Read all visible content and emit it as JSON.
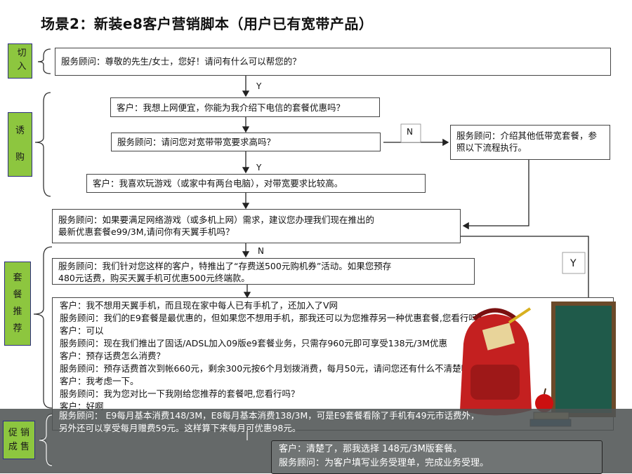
{
  "title": "场景2：新装e8客户营销脚本（用户已有宽带产品）",
  "stages": {
    "cut_in": "切入",
    "induce": [
      "诱",
      "购"
    ],
    "recommend": [
      "套",
      "餐",
      "推",
      "荐"
    ],
    "promote": [
      "促 销",
      "成 售"
    ]
  },
  "boxes": {
    "greeting": "服务顾问：尊敬的先生/女士，您好！请问有什么可以帮您的？",
    "cheap_request": "客户：我想上网便宜，你能为我介绍下电信的套餐优惠吗？",
    "speed_question": "服务顾问：请问您对宽带带宽要求高吗？",
    "other_broadband": "服务顾问：介绍其他低带宽套餐，参照以下流程执行。",
    "games": "客户：我喜欢玩游戏（或家中有两台电脑），对带宽要求比较高。",
    "recommend_e99_line1": "服务顾问：如果要满足网络游戏（或多机上网）需求，建议您办理我们现在推出的",
    "recommend_e99_line2": "最新优惠套餐e99/3M,请问你有天翼手机吗？",
    "phone_offer_line1": "服务顾问：我们针对您这样的客户，特推出了“存费送500元购机券”活动。如果您预存",
    "phone_offer_line2": "480元话费，购买天翼手机可优惠500元终端款。"
  },
  "labels": {
    "y1": "Y",
    "n1": "N",
    "y2": "Y",
    "n2": "N",
    "y3": "Y"
  },
  "dialogue": [
    "客户：我不想用天翼手机，而且现在家中每人已有手机了，还加入了V网",
    "服务顾问：我们的E9套餐是最优惠的，但如果您不想用手机，那我还可以为您推荐另一种优惠套餐,您看行吗？",
    "客户：可以",
    "服务顾问：现在我们推出了固话/ADSL加入09版e9套餐业务，只需存960元即可享受138元/3M优惠",
    "客户：预存话费怎么消费？",
    "服务顾问：预存话费首次到帐660元，剩余300元按6个月划拨消费，每月50元，请问您还有什么不清楚吗？",
    "客户：我考虑一下。",
    "服务顾问：我为您对比一下我刚给您推荐的套餐吧,您看行吗？",
    "客户：好啊"
  ],
  "band_text": [
    "服务顾问：  E9每月基本消费148/3M，E8每月基本消费138/3M，可是E9套餐看除了手机有49元市话费外，",
    "另外还可以享受每月赠费59元。这样算下来每月可优惠98元。"
  ],
  "final": {
    "line1": "客户：清楚了，那我选择 148元/3M版套餐。",
    "line2": "服务顾问：为客户填写业务受理单，完成业务受理。"
  },
  "colors": {
    "stage_fill": "#8dc63f",
    "stage_border": "#2e2e80",
    "band": "#505454"
  }
}
